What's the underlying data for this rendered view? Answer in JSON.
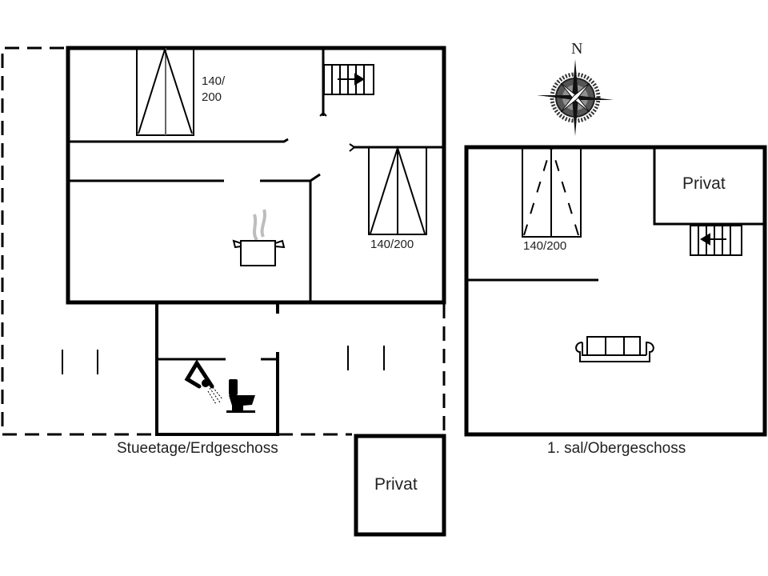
{
  "floors": [
    {
      "id": "ground",
      "caption": "Stueetage/Erdgeschoss",
      "beds": [
        {
          "size_line1": "140/",
          "size_line2": "200"
        },
        {
          "size": "140/200"
        }
      ],
      "icons": [
        "stairs-icon",
        "kitchen-pot-icon",
        "shower-icon",
        "toilet-icon"
      ],
      "annex": {
        "label": "Privat"
      }
    },
    {
      "id": "upper",
      "caption": "1. sal/Obergeschoss",
      "beds": [
        {
          "size": "140/200"
        }
      ],
      "rooms": [
        {
          "label": "Privat"
        }
      ],
      "icons": [
        "stairs-icon",
        "sofa-icon"
      ]
    }
  ],
  "compass": {
    "north_label": "N"
  },
  "colors": {
    "wall": "#000000",
    "background": "#ffffff",
    "text": "#222222",
    "steam": "#bdbdbd",
    "compass_dark": "#333333"
  }
}
